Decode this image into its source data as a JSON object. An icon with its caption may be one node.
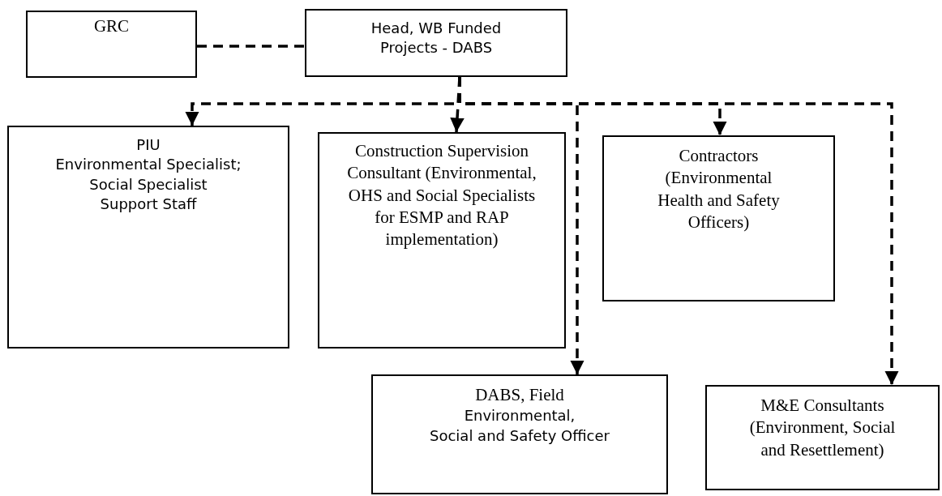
{
  "diagram": {
    "nodes": [
      {
        "text": [
          "GRC"
        ]
      },
      {
        "text": [
          "Head, WB Funded Projects - DABS"
        ]
      },
      {
        "text": [
          "PIU",
          "Environmental Specialist;",
          "Social Specialist",
          "Support Staff"
        ]
      },
      {
        "text": [
          "Construction Supervision Consultant (Environmental, OHS and Social Specialists for ESMP and RAP implementation)"
        ]
      },
      {
        "text": [
          "Contractors (Environmental Health and Safety Officers)"
        ]
      },
      {
        "text": [
          "DABS, Field",
          "Environmental,",
          "Social and Safety Officer"
        ]
      },
      {
        "text": [
          "M&E Consultants (Environment, Social and Resettlement)"
        ]
      }
    ],
    "edges": [
      {
        "from": 0,
        "to": 1,
        "arrow": "none",
        "style": "dashed"
      },
      {
        "from": 1,
        "to": 2,
        "arrow": "to",
        "style": "dashed"
      },
      {
        "from": 1,
        "to": 3,
        "arrow": "to",
        "style": "dashed"
      },
      {
        "from": 1,
        "to": 5,
        "arrow": "to",
        "style": "dashed"
      },
      {
        "from": 1,
        "to": 4,
        "arrow": "to",
        "style": "dashed"
      },
      {
        "from": 1,
        "to": 6,
        "arrow": "to",
        "style": "dashed"
      }
    ]
  }
}
